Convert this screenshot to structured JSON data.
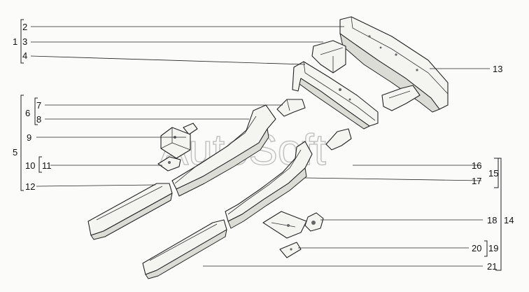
{
  "watermark": "AutoSoft",
  "labels": {
    "n1": "1",
    "n2": "2",
    "n3": "3",
    "n4": "4",
    "n5": "5",
    "n6": "6",
    "n7": "7",
    "n8": "8",
    "n9": "9",
    "n10": "10",
    "n11": "11",
    "n12": "12",
    "n13": "13",
    "n14": "14",
    "n15": "15",
    "n16": "16",
    "n17": "17",
    "n18": "18",
    "n19": "19",
    "n20": "20",
    "n21": "21"
  }
}
